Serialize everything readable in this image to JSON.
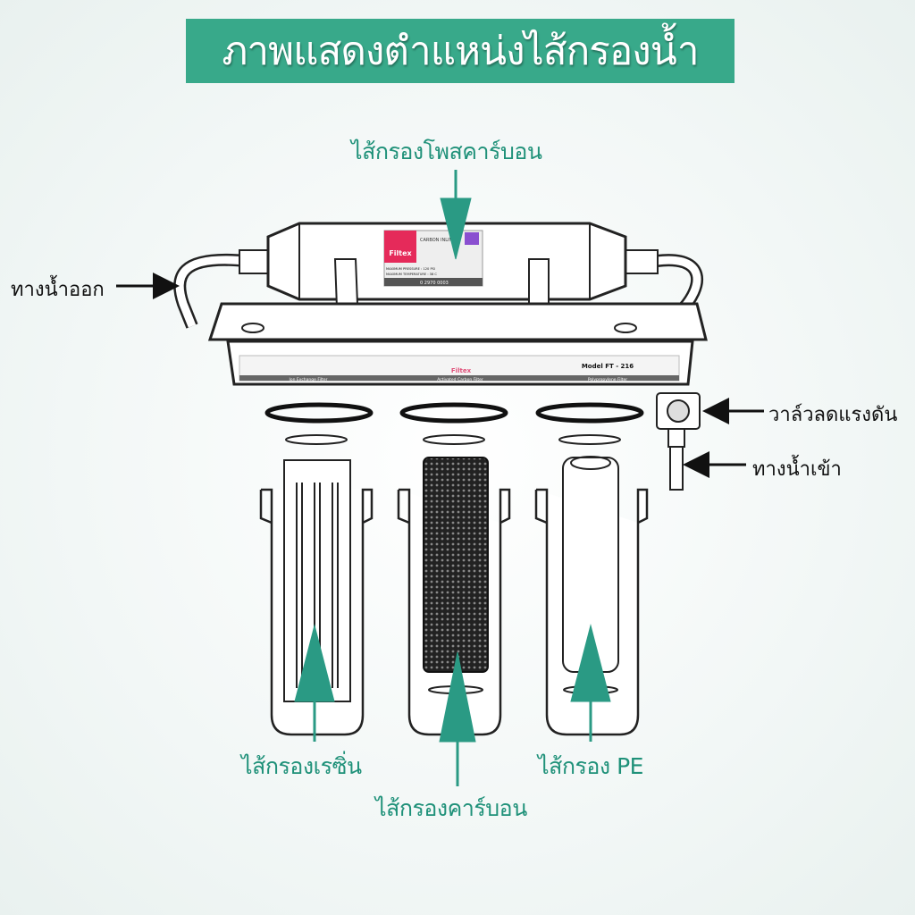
{
  "title": "ภาพแสดงตำแหน่งไส้กรองน้ำ",
  "labels": {
    "post_carbon": "ไส้กรองโพสคาร์บอน",
    "outlet": "ทางน้ำออก",
    "pressure_valve": "วาล์วลดแรงดัน",
    "inlet": "ทางน้ำเข้า",
    "resin": "ไส้กรองเรซิ่น",
    "carbon": "ไส้กรองคาร์บอน",
    "pe": "ไส้กรอง PE"
  },
  "product": {
    "brand": "Filtex",
    "model": "Model FT - 216",
    "stage_names": [
      "Ion Exchange Filter",
      "Activated Carbon Filter",
      "Polypropylene Filter"
    ],
    "inline_label": {
      "name": "CARBON INLINE",
      "max_pressure": "MAXIMUM PRESSURE : 120 PSI",
      "max_temperature": "MAXIMUM TEMPERATURE : 38 C",
      "phone": "0 2970 0003"
    }
  },
  "colors": {
    "accent": "#38a98a",
    "label_text": "#1f9179",
    "arrow": "#2a9a84"
  }
}
